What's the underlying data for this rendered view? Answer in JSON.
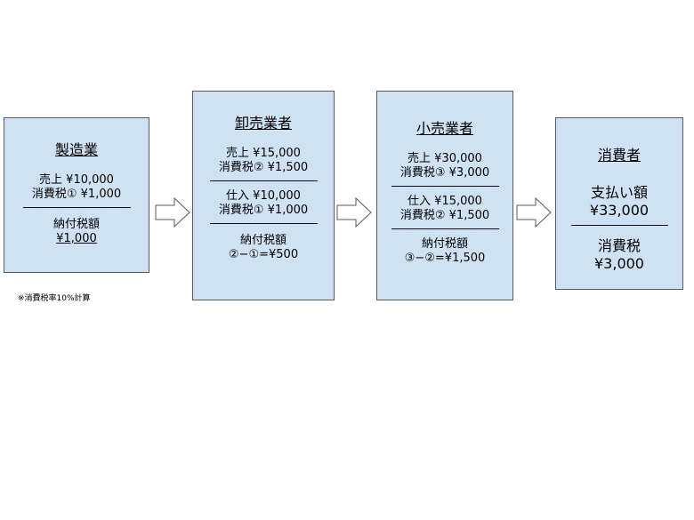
{
  "manufacturer": {
    "title": "製造業",
    "sales": "売上 ¥10,000",
    "tax": "消費税① ¥1,000",
    "divider": "――――――――――",
    "payment_label": "納付税額",
    "payment_value": "¥1,000"
  },
  "wholesaler": {
    "title": "卸売業者",
    "sales": "売上 ¥15,000",
    "sales_tax": "消費税② ¥1,500",
    "divider1": "――――――――――",
    "purchase": "仕入 ¥10,000",
    "purchase_tax": "消費税① ¥1,000",
    "divider2": "――――――――――",
    "payment_label": "納付税額",
    "payment_value": "②−①=¥500"
  },
  "retailer": {
    "title": "小売業者",
    "sales": "売上 ¥30,000",
    "sales_tax": "消費税③ ¥3,000",
    "divider1": "――――――――――",
    "purchase": "仕入 ¥15,000",
    "purchase_tax": "消費税② ¥1,500",
    "divider2": "――――――――――",
    "payment_label": "納付税額",
    "payment_value": "③−②=¥1,500"
  },
  "consumer": {
    "title": "消費者",
    "paid_label": "支払い額",
    "paid_value": "¥33,000",
    "divider": "―――――――――",
    "tax_label": "消費税",
    "tax_value": "¥3,000"
  },
  "footnote": "※消費税率10%計算",
  "colors": {
    "box_fill": "#cfe2f3",
    "box_border": "#595959",
    "arrow_fill": "#ffffff",
    "arrow_stroke": "#595959"
  }
}
